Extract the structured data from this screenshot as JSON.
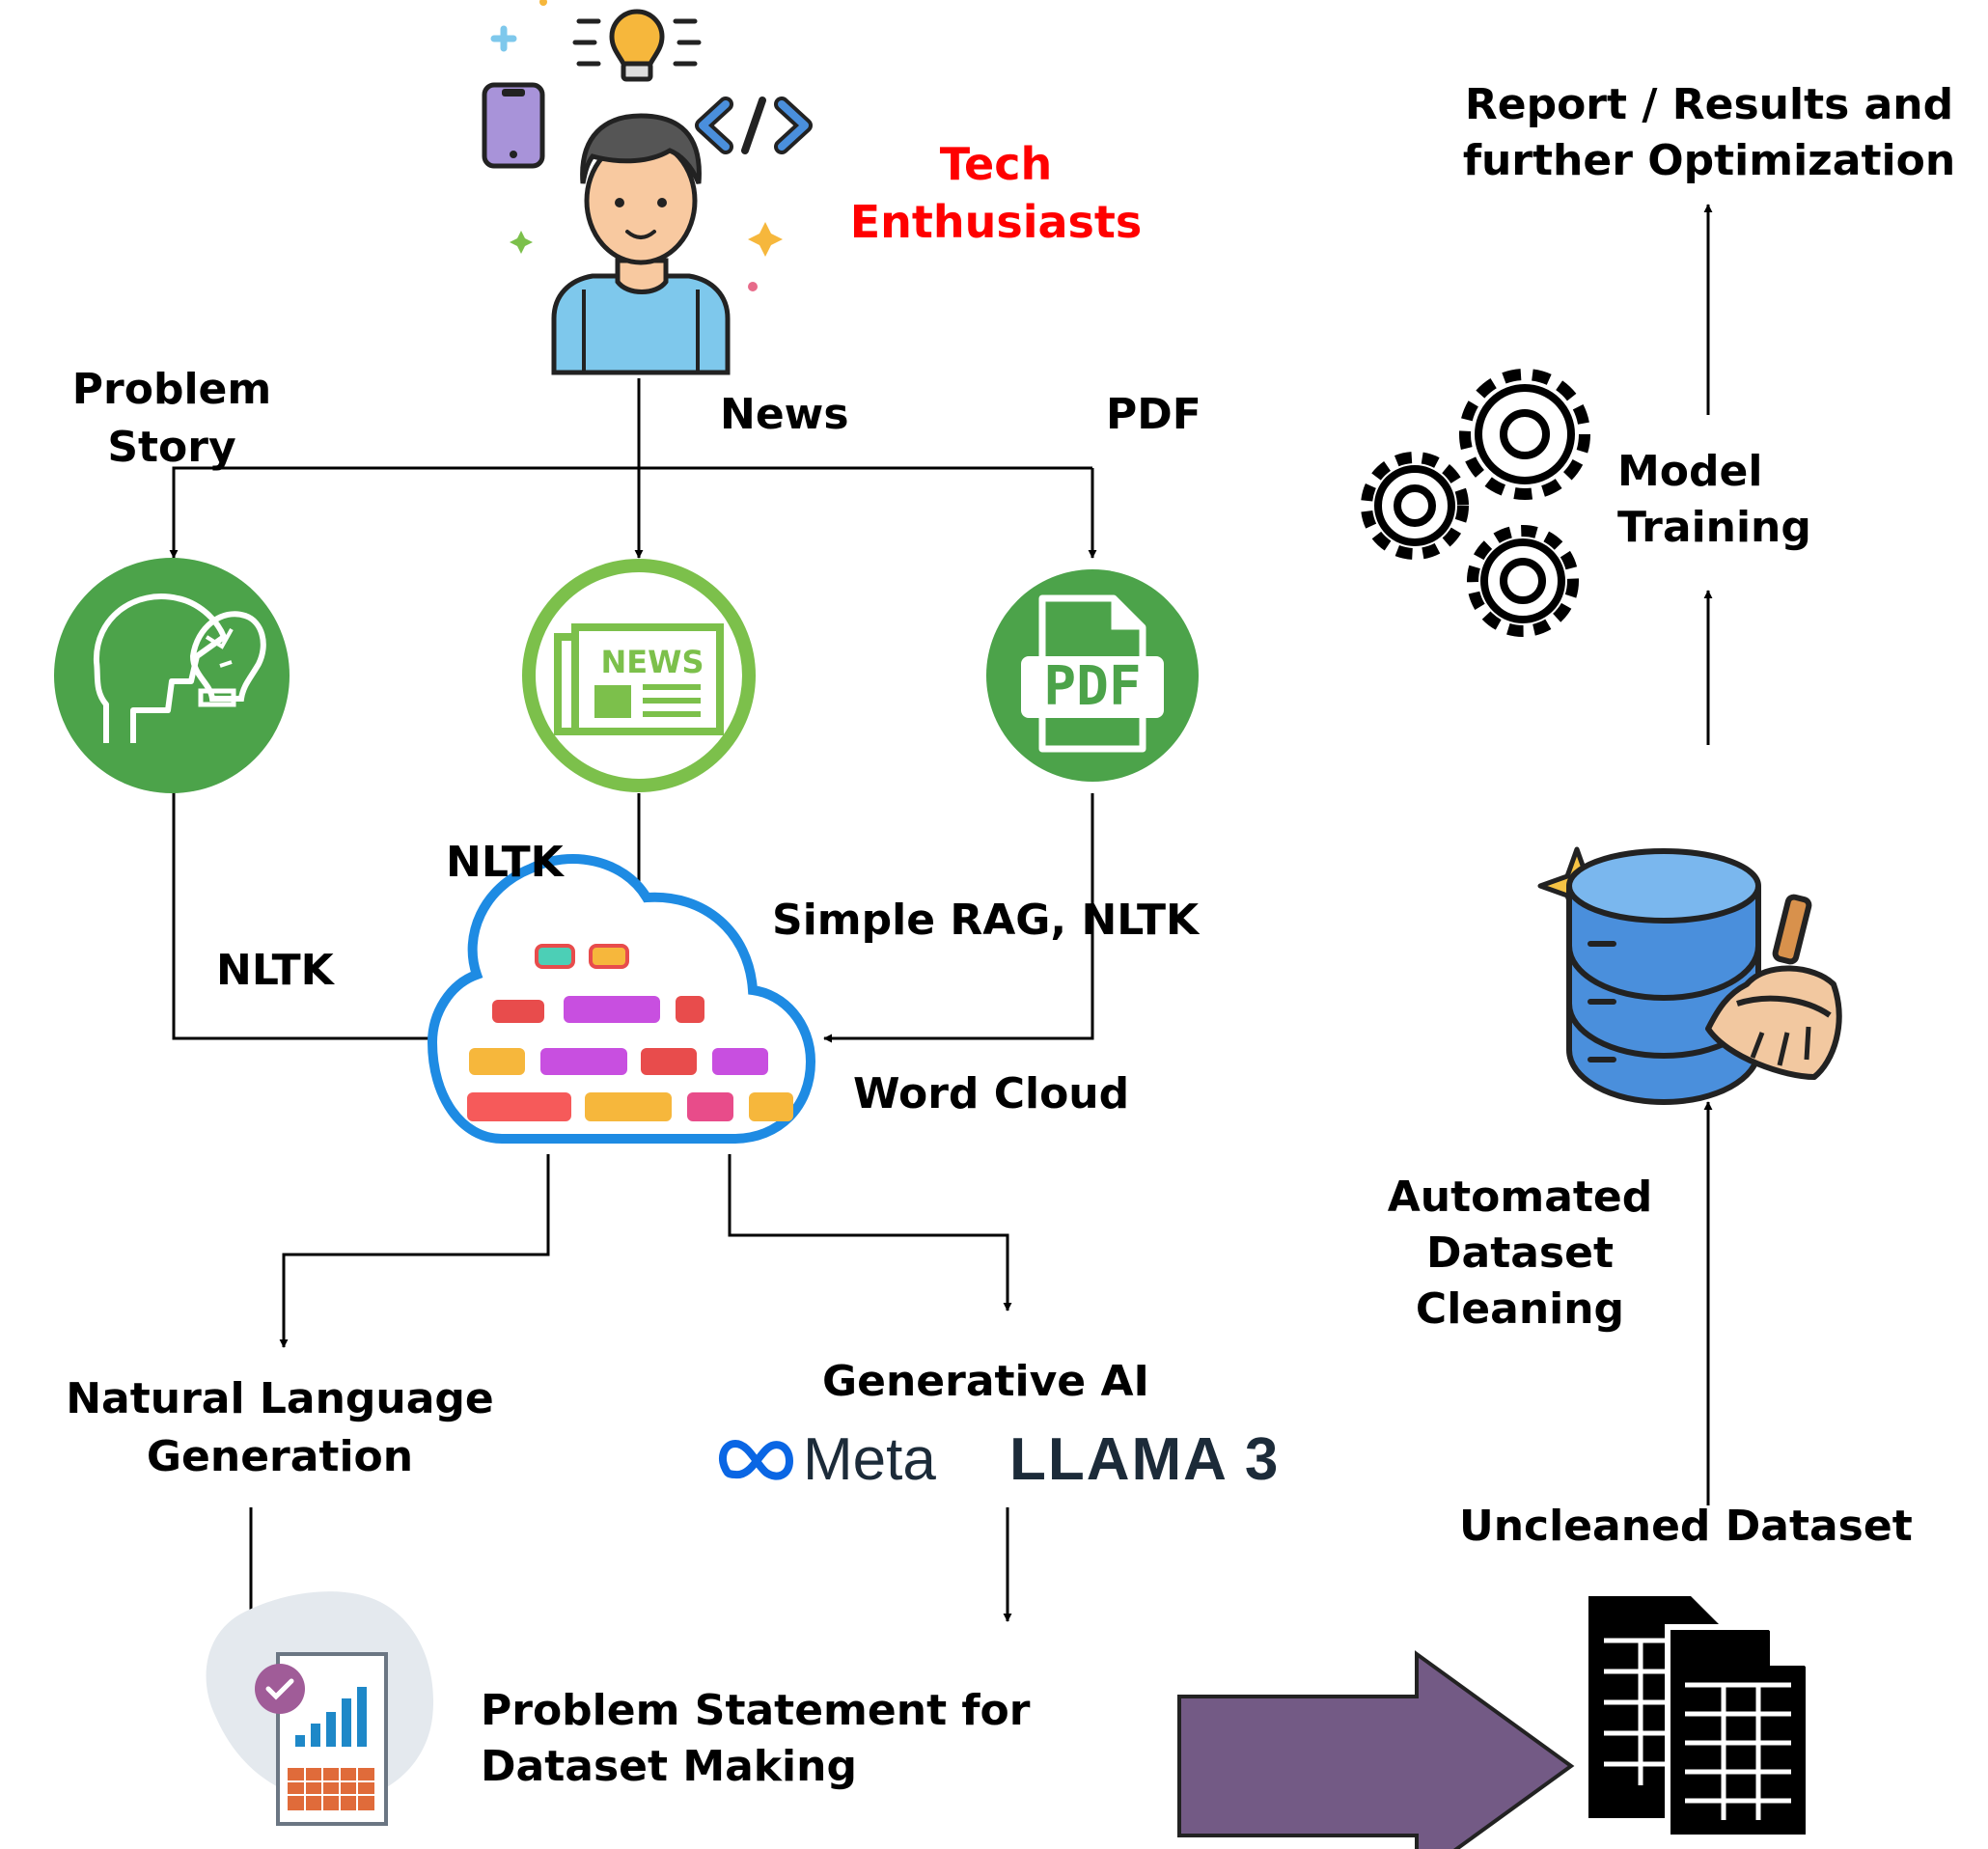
{
  "nodes": {
    "tech_enthusiasts": "Tech\nEnthusiasts",
    "news_label": "News",
    "pdf_label": "PDF",
    "problem_story": "Problem\nStory",
    "news_icon_text": "NEWS",
    "pdf_icon_text": "PDF",
    "nltk_center": "NLTK",
    "nltk_left": "NLTK",
    "simple_rag": "Simple RAG, NLTK",
    "word_cloud": "Word Cloud",
    "nlg": "Natural Language\nGeneration",
    "generative_ai": "Generative AI",
    "meta": "Meta",
    "llama": "LLAMA 3",
    "problem_statement": "Problem Statement for\nDataset Making",
    "uncleaned_dataset": "Uncleaned Dataset",
    "automated_cleaning": "Automated\nDataset\nCleaning",
    "model_training": "Model\nTraining",
    "report": "Report / Results and\nfurther Optimization"
  },
  "colors": {
    "green": "#4ca34a",
    "green_light": "#7cc04b",
    "arrow_purple": "#735a85",
    "db_blue": "#4a8fdc",
    "red_text": "#ff0000"
  }
}
